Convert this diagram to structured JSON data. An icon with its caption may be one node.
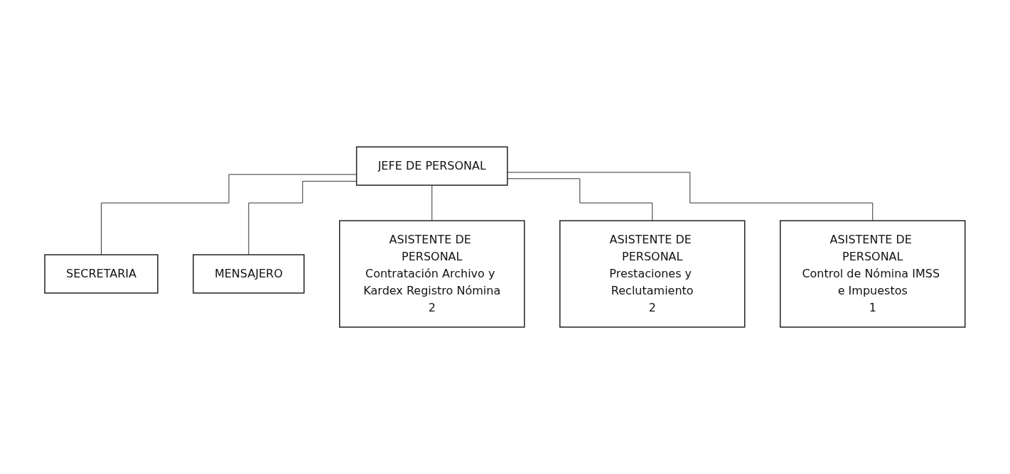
{
  "diagram": {
    "nodes": [
      {
        "text": [
          "JEFE DE PERSONAL"
        ]
      },
      {
        "text": [
          "SECRETARIA"
        ]
      },
      {
        "text": [
          "MENSAJERO"
        ]
      },
      {
        "text": [
          "ASISTENTE DE PERSONAL",
          "Contratación Archivo y Kardex Registro Nómina",
          "2"
        ]
      },
      {
        "text": [
          "ASISTENTE DE PERSONAL",
          "Prestaciones y Reclutamiento",
          "2"
        ]
      },
      {
        "text": [
          "ASISTENTE DE PERSONAL",
          "Control de Nómina IMSS e Impuestos",
          "1"
        ]
      }
    ],
    "edges": [
      {
        "from": 0,
        "to": 1,
        "arrow": "none"
      },
      {
        "from": 0,
        "to": 2,
        "arrow": "none"
      },
      {
        "from": 0,
        "to": 3,
        "arrow": "none"
      },
      {
        "from": 0,
        "to": 4,
        "arrow": "none"
      },
      {
        "from": 0,
        "to": 5,
        "arrow": "none"
      }
    ]
  }
}
